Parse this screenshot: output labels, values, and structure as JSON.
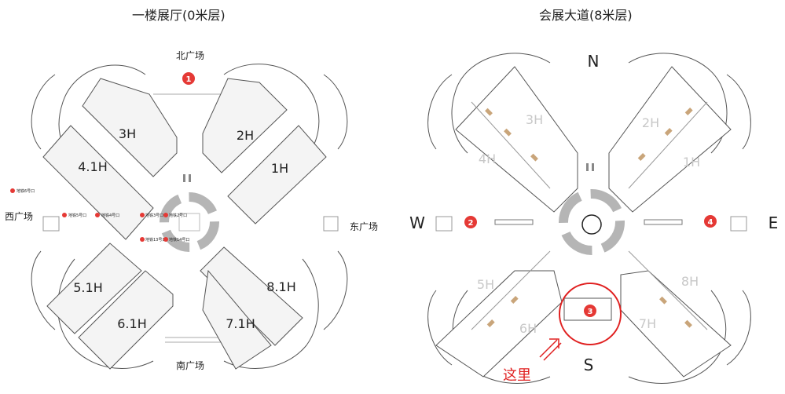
{
  "colors": {
    "hall_fill": "#f4f4f4",
    "outline": "#555555",
    "ring": "#b5b5b5",
    "marker_red": "#e53935",
    "highlight": "#e02020",
    "signage": "#c9a57a"
  },
  "left_map": {
    "title": "一楼展厅(0米层)",
    "plazas": {
      "north": "北广场",
      "south": "南广场",
      "east": "东广场",
      "west": "西广场"
    },
    "entrance_marker": "1",
    "halls": [
      "3H",
      "2H",
      "4.1H",
      "1H",
      "5.1H",
      "8.1H",
      "6.1H",
      "7.1H"
    ],
    "metro_labels": [
      "地铁6号口",
      "地铁5号口",
      "地铁4号口",
      "地铁3号口",
      "地铁2号口",
      "地铁13号口",
      "地铁14号口"
    ]
  },
  "right_map": {
    "title": "会展大道(8米层)",
    "compass": {
      "north": "N",
      "south": "S",
      "east": "E",
      "west": "W"
    },
    "markers": [
      "2",
      "3",
      "4"
    ],
    "halls": [
      "3H",
      "2H",
      "4H",
      "1H",
      "5H",
      "8H",
      "6H",
      "7H"
    ],
    "annotation": "这里"
  }
}
